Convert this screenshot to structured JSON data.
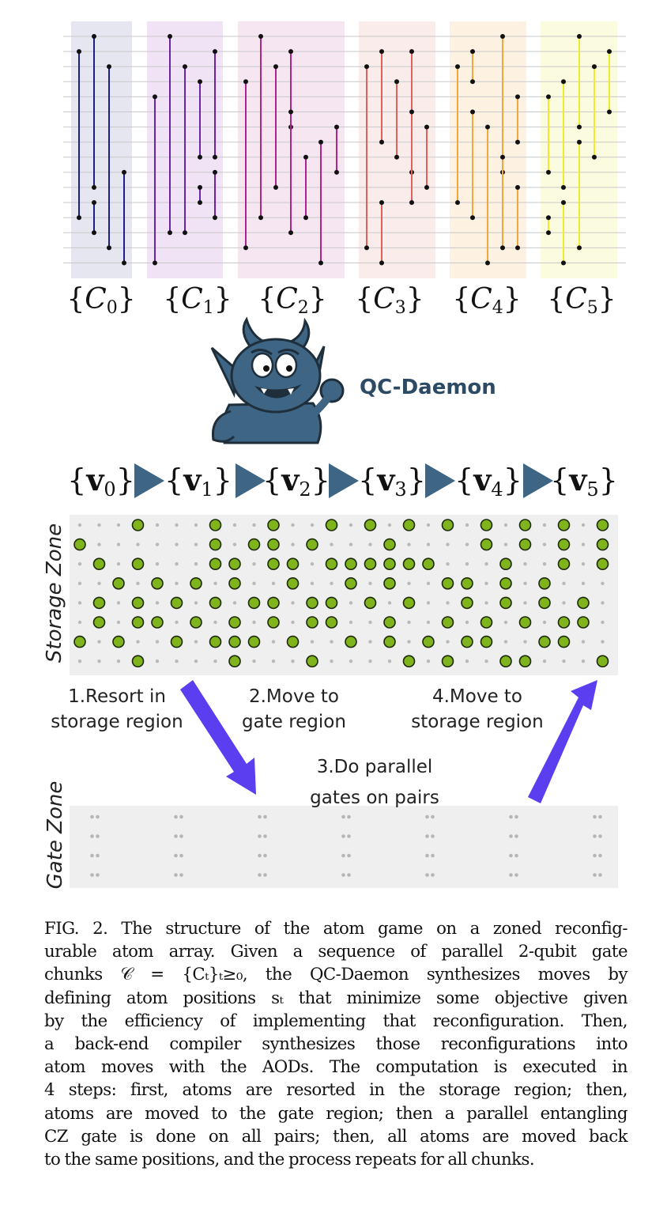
{
  "chunks": [
    {
      "label_main": "C",
      "label_sub": "0",
      "color": "#1a1f8c",
      "bg": "#e6e6f1"
    },
    {
      "label_main": "C",
      "label_sub": "1",
      "color": "#6b21a8",
      "bg": "#f1e3f6"
    },
    {
      "label_main": "C",
      "label_sub": "2",
      "color": "#b0238f",
      "bg": "#f6e6f1"
    },
    {
      "label_main": "C",
      "label_sub": "3",
      "color": "#e0605a",
      "bg": "#fbecec"
    },
    {
      "label_main": "C",
      "label_sub": "4",
      "color": "#f4a63c",
      "bg": "#fdf1e2"
    },
    {
      "label_main": "C",
      "label_sub": "5",
      "color": "#f1ea2a",
      "bg": "#fbfbe0"
    }
  ],
  "daemon": {
    "name": "QC-Daemon",
    "body_color": "#3f6585"
  },
  "vectors": [
    {
      "main": "v",
      "sub": "0"
    },
    {
      "main": "v",
      "sub": "1"
    },
    {
      "main": "v",
      "sub": "2"
    },
    {
      "main": "v",
      "sub": "3"
    },
    {
      "main": "v",
      "sub": "4"
    },
    {
      "main": "v",
      "sub": "5"
    }
  ],
  "storage_zone": {
    "label": "Storage Zone",
    "atom_color": "#7fb41c"
  },
  "gate_zone": {
    "label": "Gate Zone"
  },
  "steps": {
    "s1": [
      "1.Resort in",
      "storage region"
    ],
    "s2": [
      "2.Move to",
      "gate region"
    ],
    "s3": [
      "3.Do parallel",
      "gates on pairs"
    ],
    "s4": [
      "4.Move to",
      "storage region"
    ],
    "arrow_color": "#5a3ef0"
  },
  "caption_lines": [
    "FIG. 2. The structure of the atom game on a zoned reconfig-",
    "urable atom array. Given a sequence of parallel 2-qubit gate",
    "chunks 𝒞 = {Cₜ}ₜ≥₀, the QC-Daemon synthesizes moves by",
    "defining atom positions sₜ that minimize some objective given",
    "by the efficiency of implementing that reconfiguration. Then,",
    "a back-end compiler synthesizes those reconfigurations into",
    "atom moves with the AODs. The computation is executed in",
    "4 steps: first, atoms are resorted in the storage region; then,",
    "atoms are moved to the gate region; then a parallel entangling",
    "CZ gate is done on all pairs; then, all atoms are moved back",
    "to the same positions, and the process repeats for all chunks."
  ]
}
